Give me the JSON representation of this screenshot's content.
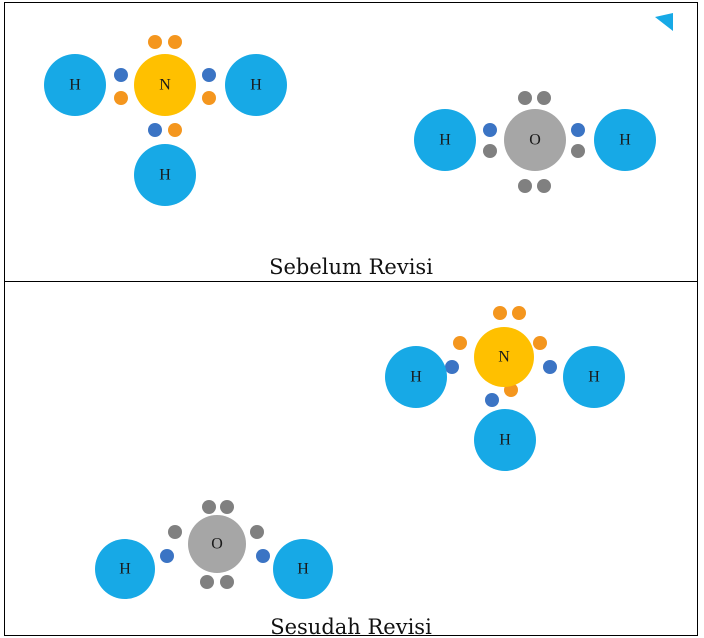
{
  "panels": [
    {
      "caption": "Sebelum Revisi",
      "molecules": [
        {
          "center": "N",
          "ligands": [
            "H",
            "H",
            "H"
          ]
        },
        {
          "center": "O",
          "ligands": [
            "H",
            "H"
          ]
        }
      ]
    },
    {
      "caption": "Sesudah Revisi",
      "molecules": [
        {
          "center": "N",
          "ligands": [
            "H",
            "H",
            "H"
          ]
        },
        {
          "center": "O",
          "ligands": [
            "H",
            "H"
          ]
        }
      ]
    }
  ],
  "colors": {
    "hydrogen": "#17a9e6",
    "nitrogen": "#ffc000",
    "oxygen": "#a6a6a6",
    "electron_n": "#f4961e",
    "electron_o": "#808080",
    "electron_h": "#3b74c4",
    "border": "#000000"
  }
}
